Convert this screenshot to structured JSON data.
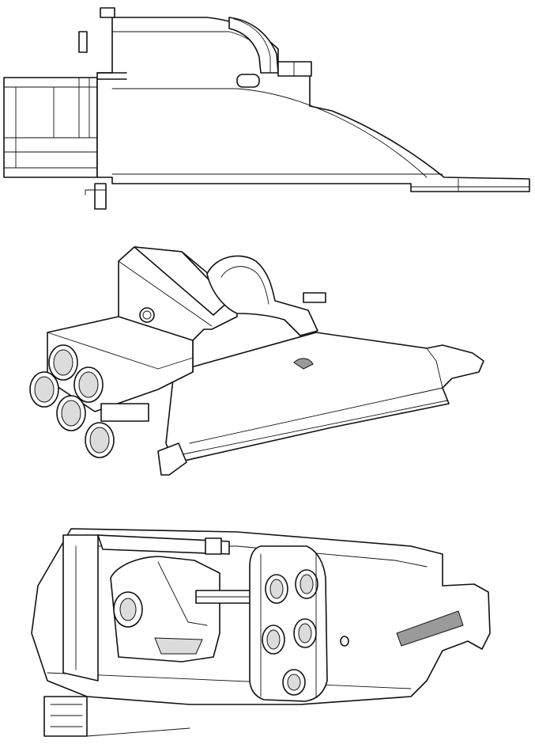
{
  "drawing": {
    "line_color": "#111111",
    "background": "#ffffff",
    "views": [
      {
        "id": "side-elevation"
      },
      {
        "id": "isometric-front"
      },
      {
        "id": "isometric-underside"
      }
    ]
  }
}
